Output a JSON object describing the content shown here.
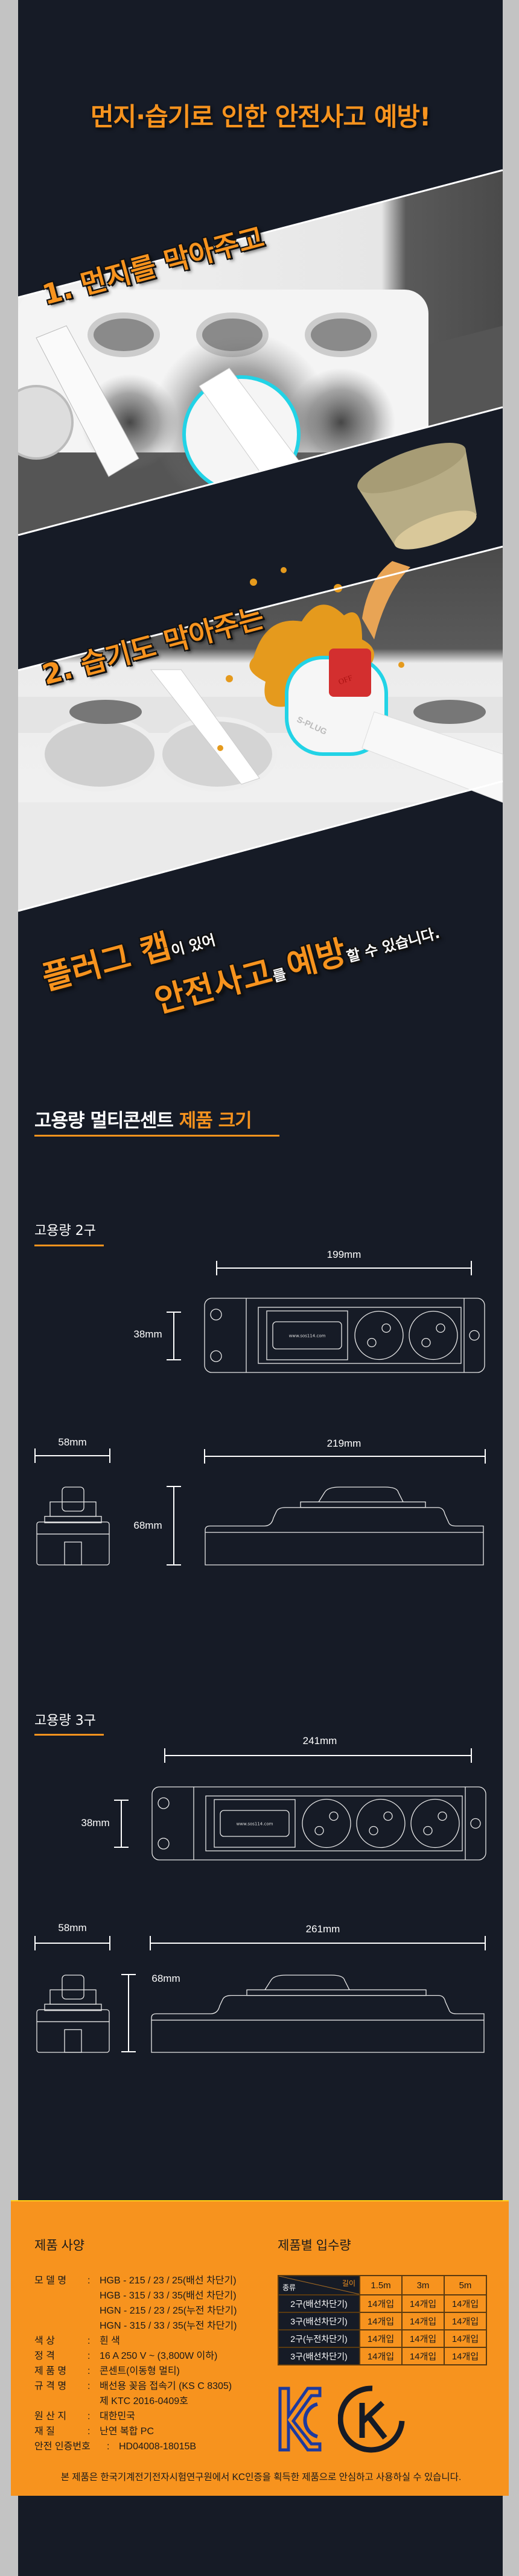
{
  "hero": {
    "title": "먼지·습기로 인한 안전사고 예방!",
    "step1": "1. 먼지를 막아주고",
    "step2": "2. 습기도 막아주는",
    "plug_brand": "S-PLUG",
    "switch_label": "OFF",
    "message": {
      "part1": "플러그 캡",
      "part2": "이 있어",
      "part3": "안전사고",
      "part4": "를",
      "part5": "예방",
      "part6": "할 수 있습니다."
    }
  },
  "size_section": {
    "title_main": "고용량 멀티콘센트 ",
    "title_accent": "제품 크기",
    "drawing_url": "www.sos114.com",
    "two": {
      "label": "고용량 2구",
      "top_width": "199mm",
      "top_height": "38mm",
      "side_width": "58mm",
      "side_length": "219mm",
      "side_height": "68mm"
    },
    "three": {
      "label": "고용량 3구",
      "top_width": "241mm",
      "top_height": "38mm",
      "side_width": "58mm",
      "side_length": "261mm",
      "side_height": "68mm"
    }
  },
  "specs": {
    "title": "제품 사양",
    "rows": [
      {
        "label": "모 델 명",
        "values": [
          "HGB - 215 / 23 / 25(배선 차단기)",
          "HGB - 315 / 33 / 35(배선 차단기)",
          "HGN - 215 / 23 / 25(누전 차단기)",
          "HGN - 315 / 33 / 35(누전 차단기)"
        ]
      },
      {
        "label": "색 상",
        "values": [
          "흰 색"
        ]
      },
      {
        "label": "정 격",
        "values": [
          "16 A 250 V ~ (3,800W 이하)"
        ]
      },
      {
        "label": "제 품 명",
        "values": [
          "콘센트(이동형 멀티)"
        ]
      },
      {
        "label": "규 격 명",
        "values": [
          "배선용 꽂음 접속기 (KS C 8305)",
          "제 KTC 2016-0409호"
        ]
      },
      {
        "label": "원 산 지",
        "values": [
          "대한민국"
        ]
      },
      {
        "label": "재 질",
        "values": [
          "난연 복합 PC"
        ]
      },
      {
        "label": "안전 인증번호",
        "values": [
          "HD04008-18015B"
        ]
      }
    ],
    "colon": ":"
  },
  "packing": {
    "title": "제품별 입수량",
    "corner_type": "종류",
    "corner_length": "길이",
    "columns": [
      "1.5m",
      "3m",
      "5m"
    ],
    "rows": [
      {
        "type": "2구(배선차단기)",
        "values": [
          "14개입",
          "14개입",
          "14개입"
        ]
      },
      {
        "type": "3구(배선차단기)",
        "values": [
          "14개입",
          "14개입",
          "14개입"
        ]
      },
      {
        "type": "2구(누전차단기)",
        "values": [
          "14개입",
          "14개입",
          "14개입"
        ]
      },
      {
        "type": "3구(배선차단기)",
        "values": [
          "14개입",
          "14개입",
          "14개입"
        ]
      }
    ]
  },
  "certification": {
    "kc_logo": "KC",
    "k_logo": "K"
  },
  "footer_note": "본 제품은 한국기계전기전자시험연구원에서 KC인증을 획득한 제품으로 안심하고 사용하실 수 있습니다.",
  "colors": {
    "accent": "#f7931e",
    "panel": "#161b26",
    "kc_blue": "#1e3a9e"
  }
}
